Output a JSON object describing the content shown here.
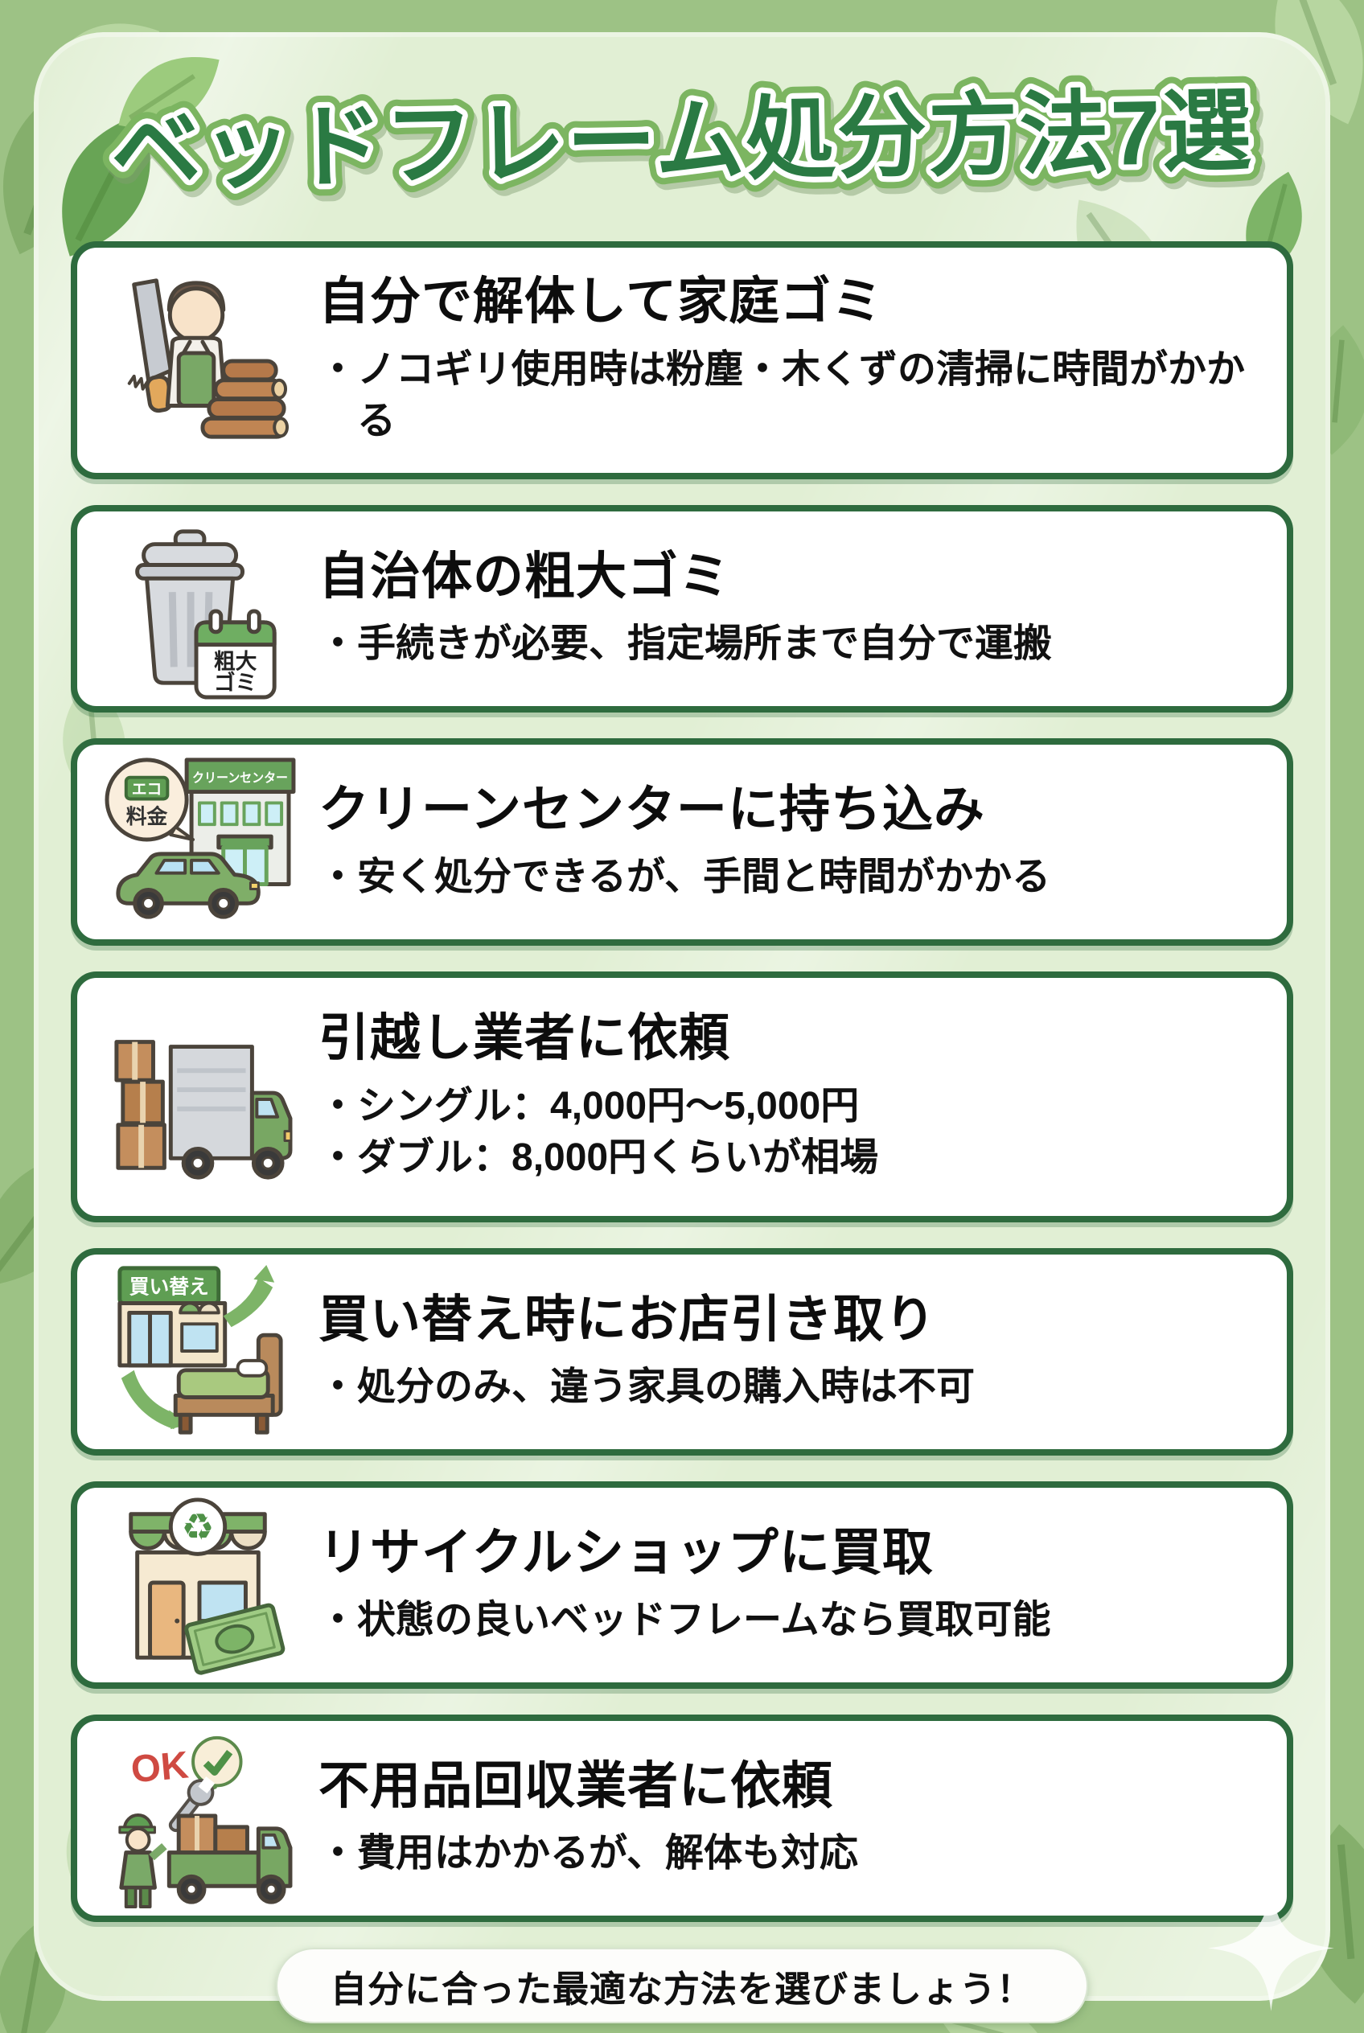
{
  "page": {
    "title": "ベッドフレーム処分方法7選",
    "footer": "自分に合った最適な方法を選びましょう！"
  },
  "colors": {
    "outer_bg": "#9dc285",
    "panel_bg": "#e1efd4",
    "card_border": "#2e6b3e",
    "title_fill": "#2a7a43",
    "title_outline": "#7cb561",
    "heading_text": "#0d0d0d"
  },
  "cards": [
    {
      "icon": "person-sawing-wood-icon",
      "title": "自分で解体して家庭ゴミ",
      "bullets": [
        "・ノコギリ使用時は粉塵・木くずの清掃に時間がかかる"
      ]
    },
    {
      "icon": "trash-can-calendar-icon",
      "title": "自治体の粗大ゴミ",
      "bullets": [
        "・手続きが必要、指定場所まで自分で運搬"
      ],
      "icon_labels": {
        "calendar_line1": "粗大",
        "calendar_line2": "ゴミ"
      }
    },
    {
      "icon": "clean-center-car-icon",
      "title": "クリーンセンターに持ち込み",
      "bullets": [
        "・安く処分できるが、手間と時間がかかる"
      ],
      "icon_labels": {
        "sign": "クリーンセンター",
        "bubble_tag": "エコ",
        "bubble_fee": "料金"
      }
    },
    {
      "icon": "moving-truck-boxes-icon",
      "title": "引越し業者に依頼",
      "bullets": [
        "・シングル：4,000円〜5,000円",
        "・ダブル：8,000円くらいが相場"
      ]
    },
    {
      "icon": "store-trade-in-bed-icon",
      "title": "買い替え時にお店引き取り",
      "bullets": [
        "・処分のみ、違う家具の購入時は不可"
      ],
      "icon_labels": {
        "sign": "買い替え"
      }
    },
    {
      "icon": "recycle-shop-money-icon",
      "title": "リサイクルショップに買取",
      "bullets": [
        "・状態の良いベッドフレームなら買取可能"
      ],
      "icon_labels": {
        "recycle_glyph": "♻"
      }
    },
    {
      "icon": "junk-collector-truck-icon",
      "title": "不用品回収業者に依頼",
      "bullets": [
        "・費用はかかるが、解体も対応"
      ],
      "icon_labels": {
        "ok": "OK"
      }
    }
  ]
}
